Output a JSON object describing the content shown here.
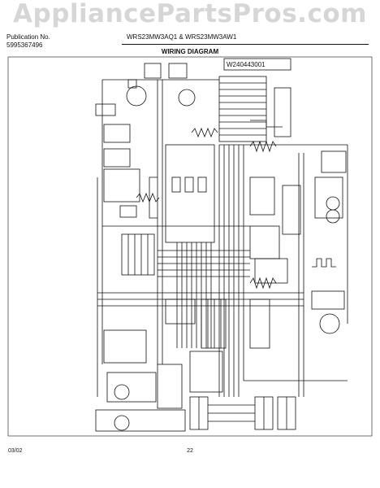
{
  "watermark": "AppliancePartsPros.com",
  "header": {
    "publication_label": "Publication No.",
    "publication_number": "5995367496",
    "models": "WRS23MW3AQ1 & WRS23MW3AW1",
    "section_title": "WIRING DIAGRAM"
  },
  "diagram": {
    "part_number": "W240443001"
  },
  "footer": {
    "date": "03/02",
    "page": "22"
  }
}
